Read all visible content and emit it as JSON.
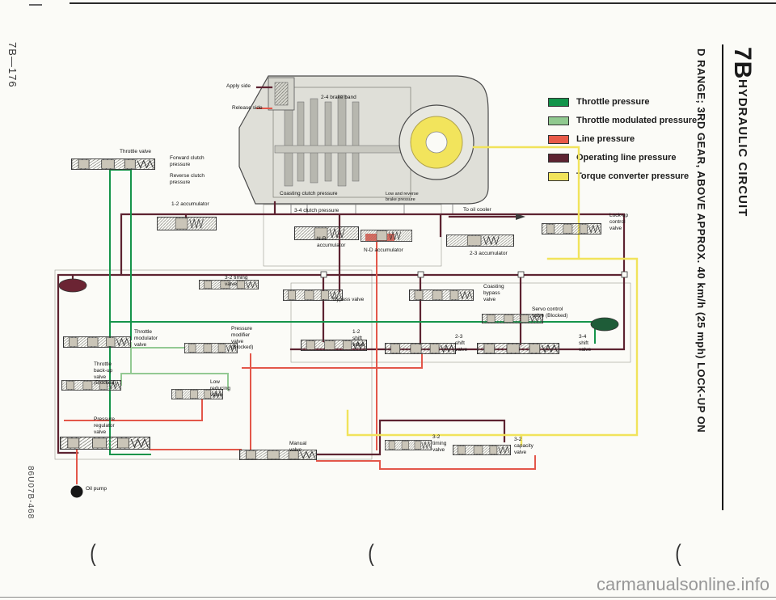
{
  "page": {
    "page_number": "7B—176",
    "figure_code": "86U07B-468",
    "chapter_tab": "7B",
    "chapter_title": "HYDRAULIC CIRCUIT",
    "section_title": "D RANGE; 3RD GEAR, ABOVE APPROX. 40 km/h (25 mph) LOCK-UP ON",
    "watermark": "carmanualsonline.info",
    "binding_marks": [
      "(",
      "(",
      "("
    ]
  },
  "legend": {
    "items": [
      {
        "label": "Throttle pressure",
        "color": "#12944a"
      },
      {
        "label": "Throttle modulated pressure",
        "color": "#90c98f"
      },
      {
        "label": "Line pressure",
        "color": "#e85a48"
      },
      {
        "label": "Operating line pressure",
        "color": "#5d2331"
      },
      {
        "label": "Torque converter pressure",
        "color": "#f1e35b"
      }
    ]
  },
  "diagram": {
    "labels": [
      {
        "text": "Apply side"
      },
      {
        "text": "Release side"
      },
      {
        "text": "2-4 brake band"
      },
      {
        "text": "Throttle valve"
      },
      {
        "text": "Forward clutch\npressure"
      },
      {
        "text": "Reverse clutch\npressure"
      },
      {
        "text": "1-2 accumulator"
      },
      {
        "text": "Coasting clutch pressure"
      },
      {
        "text": "Low and reverse\nbrake pressure"
      },
      {
        "text": "3-4 clutch pressure"
      },
      {
        "text": "To oil cooler"
      },
      {
        "text": "N-R\naccumulator"
      },
      {
        "text": "N-D accumulator"
      },
      {
        "text": "2-3 accumulator"
      },
      {
        "text": "Lock-up\ncontrol\nvalve"
      },
      {
        "text": "3-2 timing\nvalve"
      },
      {
        "text": "Bypass valve"
      },
      {
        "text": "Coasting\nbypass\nvalve"
      },
      {
        "text": "Servo control\nvalve (Blocked)"
      },
      {
        "text": "Throttle\nmodulator\nvalve"
      },
      {
        "text": "Pressure\nmodifier\nvalve\n(Blocked)"
      },
      {
        "text": "1-2\nshift\nvalve"
      },
      {
        "text": "2-3\nshift\nvalve"
      },
      {
        "text": "3-4\nshift\nvalve"
      },
      {
        "text": "Throttle\nback-up\nvalve\n(Blocked)"
      },
      {
        "text": "Low\nreducing\nvalve"
      },
      {
        "text": "Pressure\nregulator\nvalve"
      },
      {
        "text": "Manual\nvalve"
      },
      {
        "text": "3-2\ntiming\nvalve"
      },
      {
        "text": "3-2\ncapacity\nvalve"
      },
      {
        "text": "Oil pump"
      }
    ]
  }
}
